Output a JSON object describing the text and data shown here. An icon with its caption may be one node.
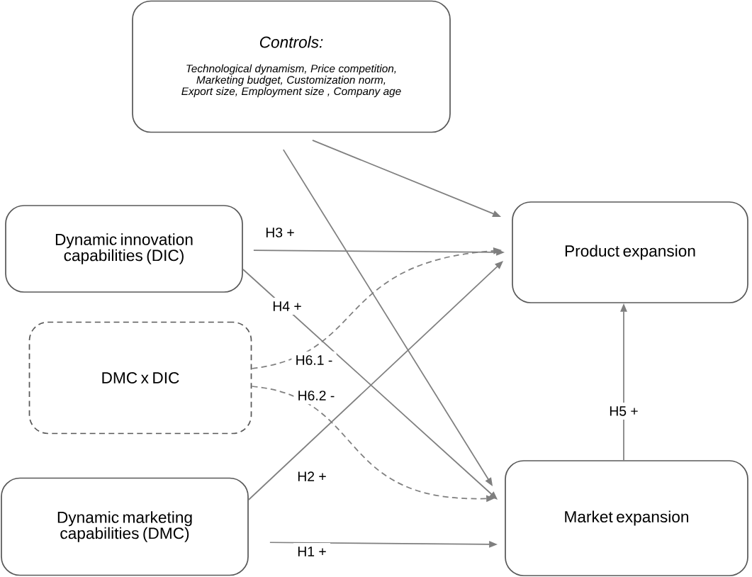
{
  "diagram": {
    "nodes": [
      {
        "text": [
          "Controls:",
          "Technological dynamism, Price competition, Marketing budget,  Customization norm, Export size, Employment size , Company age"
        ]
      },
      {
        "text": [
          "Dynamic innovation capabilities (DIC)"
        ]
      },
      {
        "text": [
          "DMC x DIC"
        ]
      },
      {
        "text": [
          "Dynamic marketing capabilities (DMC)"
        ]
      },
      {
        "text": [
          "Product expansion"
        ]
      },
      {
        "text": [
          "Market expansion"
        ]
      }
    ],
    "edges": [
      {
        "from": 0,
        "to": 4,
        "arrow": "to"
      },
      {
        "from": 0,
        "to": 5,
        "arrow": "to"
      },
      {
        "from": 1,
        "to": 4,
        "arrow": "to",
        "label": "H3 +"
      },
      {
        "from": 1,
        "to": 5,
        "arrow": "to",
        "label": "H4 +"
      },
      {
        "from": 3,
        "to": 4,
        "arrow": "to",
        "label": "H2 +"
      },
      {
        "from": 3,
        "to": 5,
        "arrow": "to",
        "label": "H1 +"
      },
      {
        "from": 2,
        "to": 4,
        "arrow": "to",
        "label": "H6.1 -",
        "style": "dashed"
      },
      {
        "from": 2,
        "to": 5,
        "arrow": "to",
        "label": "H6.2 -",
        "style": "dashed"
      },
      {
        "from": 5,
        "to": 4,
        "arrow": "to",
        "label": "H5 +"
      }
    ]
  }
}
